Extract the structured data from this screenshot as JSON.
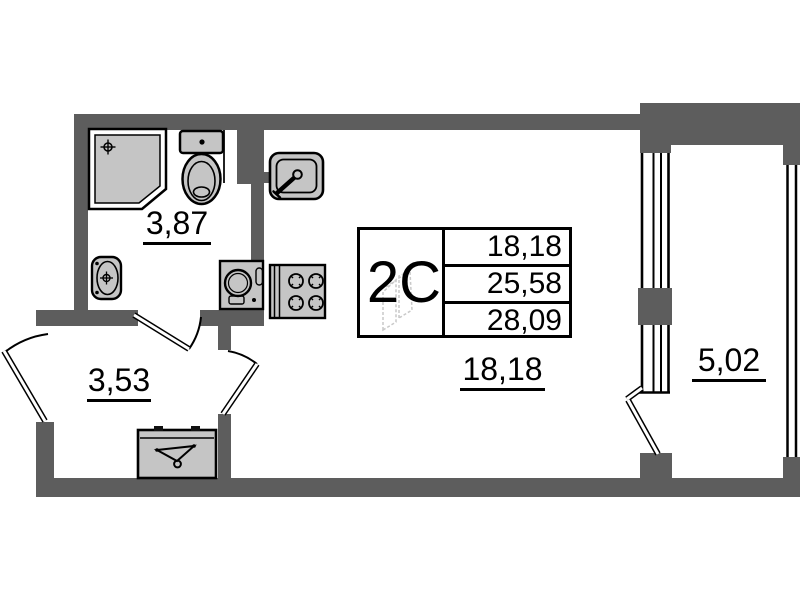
{
  "floor_plan": {
    "info_table": {
      "unit_type": "2С",
      "living_area": "18,18",
      "total_area": "25,58",
      "total_area_with_balcony": "28,09"
    },
    "room_labels": {
      "bathroom": "3,87",
      "hallway": "3,53",
      "living_room": "18,18",
      "balcony": "5,02"
    },
    "colors": {
      "wall": "#5d5d5d",
      "fixture_fill": "#c5c5c5",
      "outline": "#000000",
      "watermark": "#c9c9c9",
      "background": "#ffffff"
    }
  }
}
